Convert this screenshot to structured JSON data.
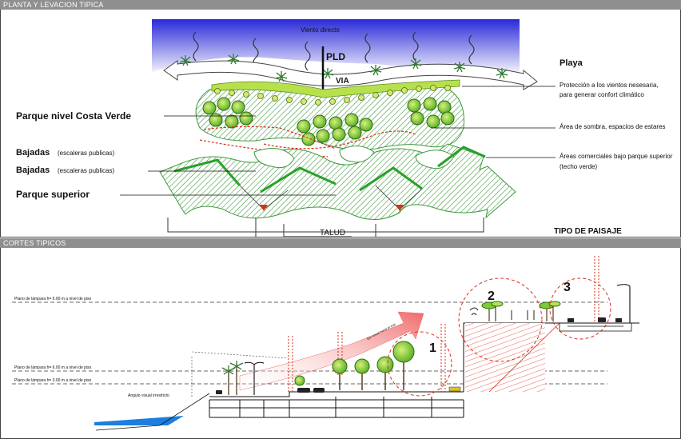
{
  "header_top": "PLANTA Y LEVACION TIPICA",
  "header_bottom": "CORTES TIPICOS",
  "plan": {
    "wind": "Viento directo",
    "pld": "PLD",
    "via": "VIA",
    "playa": "Playa",
    "proteccion_1": "Protección a los vientos nesesaria,",
    "proteccion_2": "para generar confort climático",
    "parque_cv": "Parque nivel Costa Verde",
    "sombra": "Área de sombra, espacios de estares",
    "bajadas": "Bajadas",
    "bajadas_sub": "(escaleras publicas)",
    "comerciales_1": "Áreas comerciales bajo parque superior",
    "comerciales_2": "(techo verde)",
    "parque_sup": "Parque superior",
    "talud": "TALUD",
    "tipo": "TIPO DE PAISAJE"
  },
  "section": {
    "plane_6_top": "Plano de lámpara h= 6.00 m a nivel de piso",
    "plane_6_mid": "Plano de lámpara h= 6.00 m a nivel de piso",
    "plane_3": "Plano de lámpara h= 3.00 m a nivel de piso",
    "angulo": "Angulo visual irrestricto",
    "diag_label": "Eje visual hacia el mar",
    "num1": "1",
    "num2": "2",
    "num3": "3"
  },
  "colors": {
    "sky_top": "#2a2ad8",
    "hatch_green": "#3f9a3f",
    "tree_green": "#7ccc33",
    "dashed_red": "#d9301a",
    "arrow_pink": "#f06a6a"
  }
}
